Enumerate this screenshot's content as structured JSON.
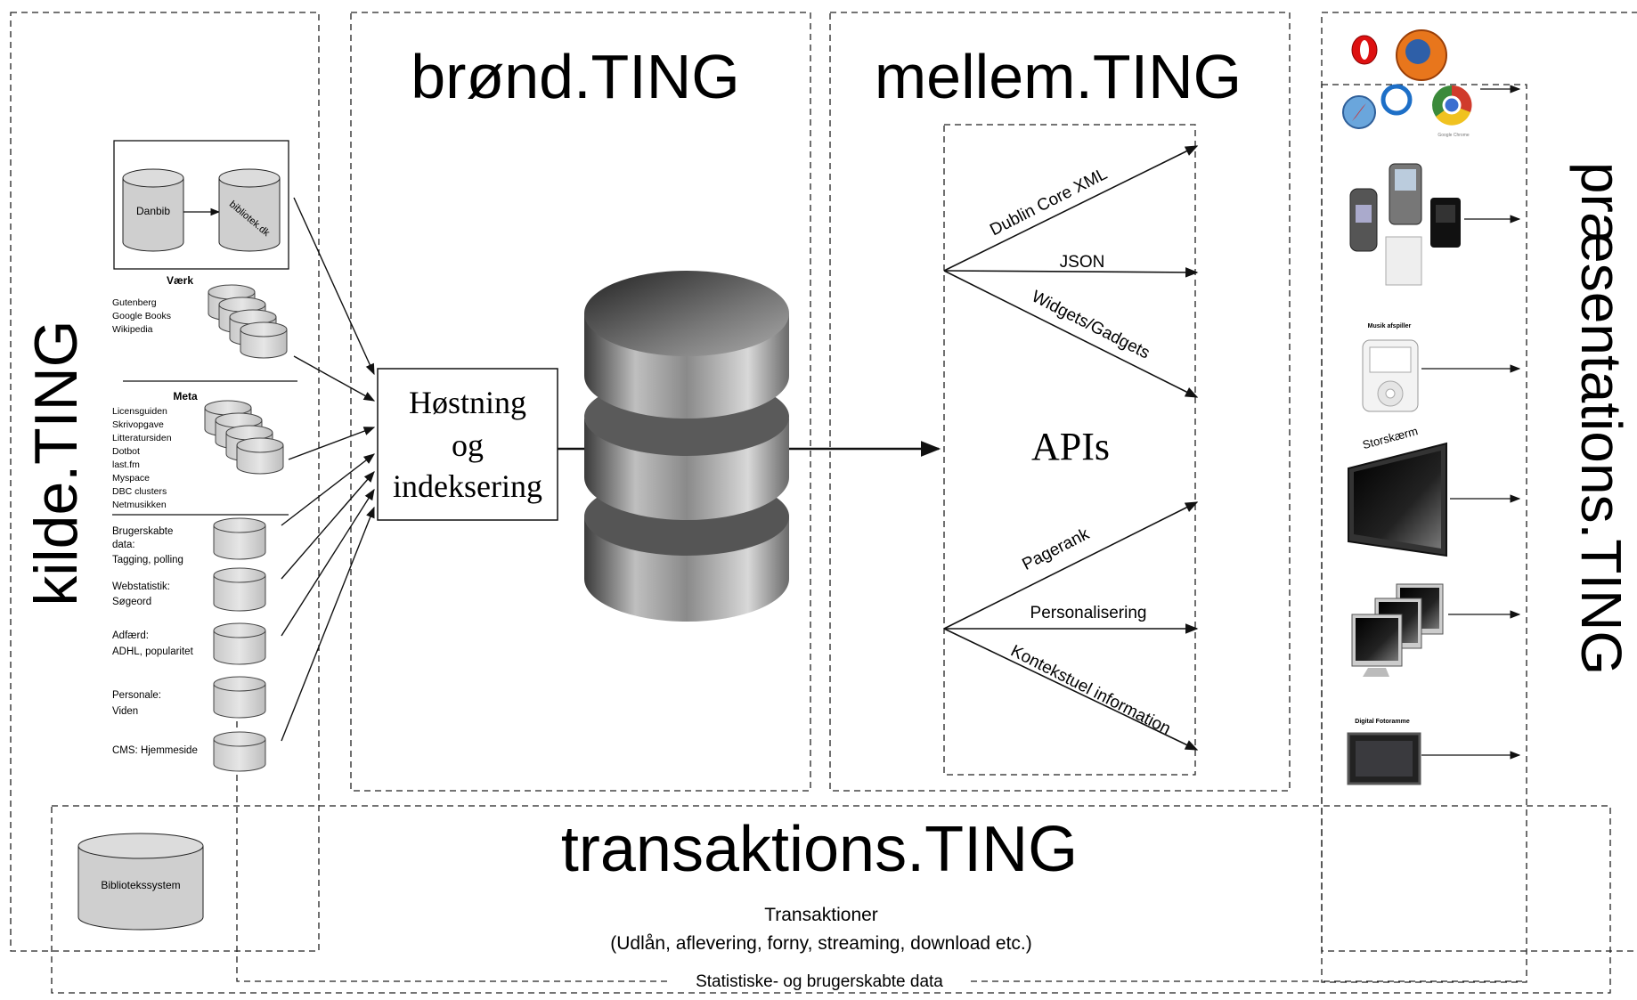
{
  "kilde": {
    "title": "kilde.TING",
    "danbib": "Danbib",
    "bibliotek": "bibliotek.dk",
    "vaerk": {
      "heading": "Værk",
      "items": [
        "Gutenberg",
        "Google Books",
        "Wikipedia"
      ]
    },
    "meta": {
      "heading": "Meta",
      "items": [
        "Licensguiden",
        "Skrivopgave",
        "Litteratursiden",
        "Dotbot",
        "last.fm",
        "Myspace",
        "DBC clusters",
        "Netmusikken"
      ]
    },
    "brugerskabte": [
      "Brugerskabte",
      "data:",
      "Tagging, polling"
    ],
    "webstatistik": [
      "Webstatistik:",
      "Søgeord"
    ],
    "adfaerd": [
      "Adfærd:",
      "ADHL, popularitet"
    ],
    "personale": [
      "Personale:",
      "Viden"
    ],
    "cms": "CMS: Hjemmeside",
    "bibliotekssystem": "Bibliotekssystem"
  },
  "brond": {
    "title": "brønd.TING",
    "harvest": [
      "Høstning",
      "og",
      "indeksering"
    ]
  },
  "mellem": {
    "title": "mellem.TING",
    "apis": "APIs",
    "outputs_top": [
      "Dublin Core XML",
      "JSON",
      "Widgets/Gadgets"
    ],
    "outputs_bottom": [
      "Pagerank",
      "Personalisering",
      "Kontekstuel information"
    ]
  },
  "praesentation": {
    "title": "præsentations.TING",
    "musik": "Musik afspiller",
    "storskaerm": "Storskærm",
    "foto": "Digital Fotoramme",
    "chrome_caption": "Google Chrome"
  },
  "transaktion": {
    "title": "transaktions.TING",
    "sub1": "Transaktioner",
    "sub2": "(Udlån, aflevering, forny, streaming, download etc.)",
    "stat": "Statistiske- og brugerskabte data"
  }
}
